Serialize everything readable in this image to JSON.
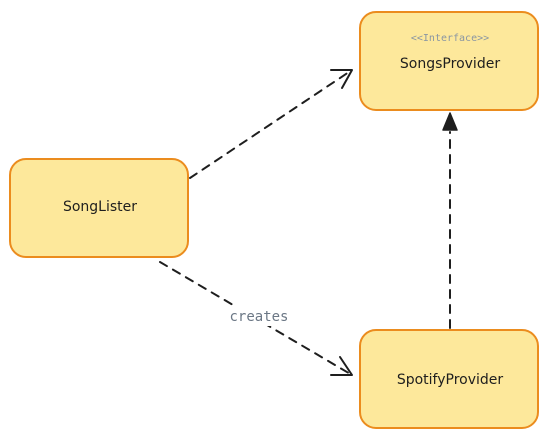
{
  "nodes": {
    "songs_provider": {
      "stereotype": "<<Interface>>",
      "label": "SongsProvider"
    },
    "song_lister": {
      "label": "SongLister"
    },
    "spotify_provider": {
      "label": "SpotifyProvider"
    }
  },
  "edges": {
    "lister_to_provider": {
      "from": "SongLister",
      "to": "SongsProvider",
      "style": "dashed",
      "head": "open"
    },
    "lister_to_spotify": {
      "from": "SongLister",
      "to": "SpotifyProvider",
      "style": "dashed",
      "head": "open",
      "label": "creates"
    },
    "spotify_to_provider": {
      "from": "SpotifyProvider",
      "to": "SongsProvider",
      "style": "dashed",
      "head": "filled-triangle"
    }
  },
  "colors": {
    "node_fill": "#fde89b",
    "node_stroke": "#eb8c1e",
    "edge_stroke": "#1e1e1e",
    "label_text": "#6b7785",
    "stereotype_text": "#8a96a3"
  }
}
